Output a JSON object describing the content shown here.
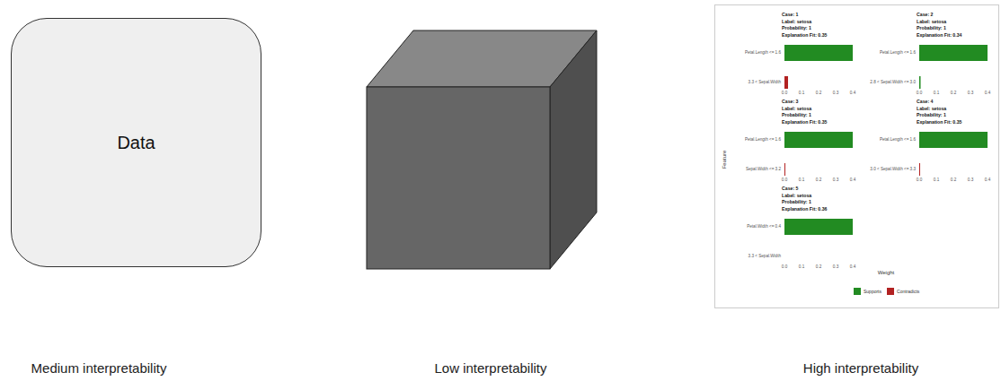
{
  "diagram": {
    "nodes": [
      {
        "text": [
          "Data"
        ]
      }
    ],
    "labels": [
      "Medium interpretability",
      "Low interpretability",
      "High interpretability",
      "Case: 1",
      "Label: setosa",
      "Probability: 1",
      "Explanation Fit: 0.35",
      "Petal.Length <= 1.6",
      "3.3 < Sepal.Width",
      "0.0",
      "0.1",
      "0.2",
      "0.3",
      "0.4",
      "Case: 2",
      "Label: setosa",
      "Probability: 1",
      "Explanation Fit: 0.34",
      "Petal.Length <= 1.6",
      "2.8 < Sepal.Width <= 3.0",
      "0.0",
      "0.1",
      "0.2",
      "0.3",
      "0.4",
      "Case: 3",
      "Label: setosa",
      "Probability: 1",
      "Explanation Fit: 0.35",
      "Petal.Length <= 1.6",
      "Sepal.Width <= 3.2",
      "0.0",
      "0.1",
      "0.2",
      "0.3",
      "0.4",
      "Case: 4",
      "Label: setosa",
      "Probability: 1",
      "Explanation Fit: 0.35",
      "Petal.Length <= 1.6",
      "3.0 < Sepal.Width <= 3.3",
      "0.0",
      "0.1",
      "0.2",
      "0.3",
      "0.4",
      "Case: 5",
      "Label: setosa",
      "Probability: 1",
      "Explanation Fit: 0.36",
      "Petal.Width <= 0.4",
      "3.3 < Sepal.Width",
      "0.0",
      "0.1",
      "0.2",
      "0.3",
      "0.4",
      "Feature",
      "Weight"
    ],
    "legend": [
      {
        "text": "Supports",
        "color": "#228B22"
      },
      {
        "text": "Contradicts",
        "color": "#B22222"
      }
    ]
  }
}
